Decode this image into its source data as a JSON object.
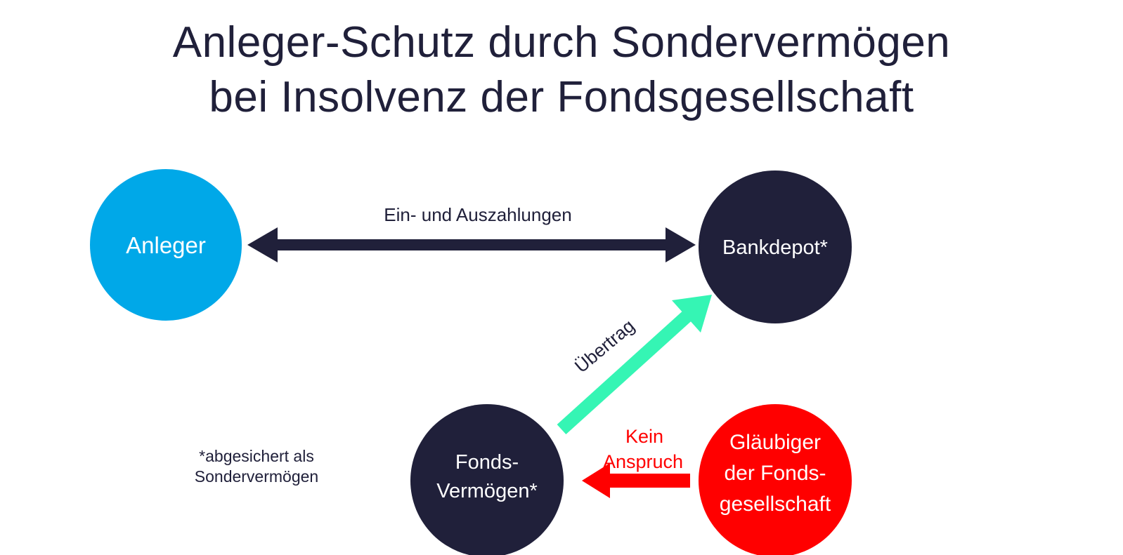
{
  "title": {
    "line1": "Anleger-Schutz durch Sondervermögen",
    "line2": "bei Insolvenz der Fondsgesellschaft"
  },
  "colors": {
    "dark": "#20203a",
    "blue": "#00a8e8",
    "green": "#35f5b4",
    "red": "#ff0000",
    "white": "#ffffff"
  },
  "nodes": {
    "anleger": {
      "label": "Anleger"
    },
    "bankdepot": {
      "label": "Bankdepot*"
    },
    "fondsvermoegen": {
      "line1": "Fonds-",
      "line2": "Vermögen*"
    },
    "glaeubiger": {
      "line1": "Gläubiger",
      "line2": "der Fonds-",
      "line3": "gesellschaft"
    }
  },
  "edges": {
    "zahlungen": {
      "label": "Ein- und Auszahlungen"
    },
    "uebertrag": {
      "label": "Übertrag"
    },
    "anspruch": {
      "line1": "Kein",
      "line2": "Anspruch"
    }
  },
  "footnote": {
    "line1": "*abgesichert als",
    "line2": "Sondervermögen"
  }
}
